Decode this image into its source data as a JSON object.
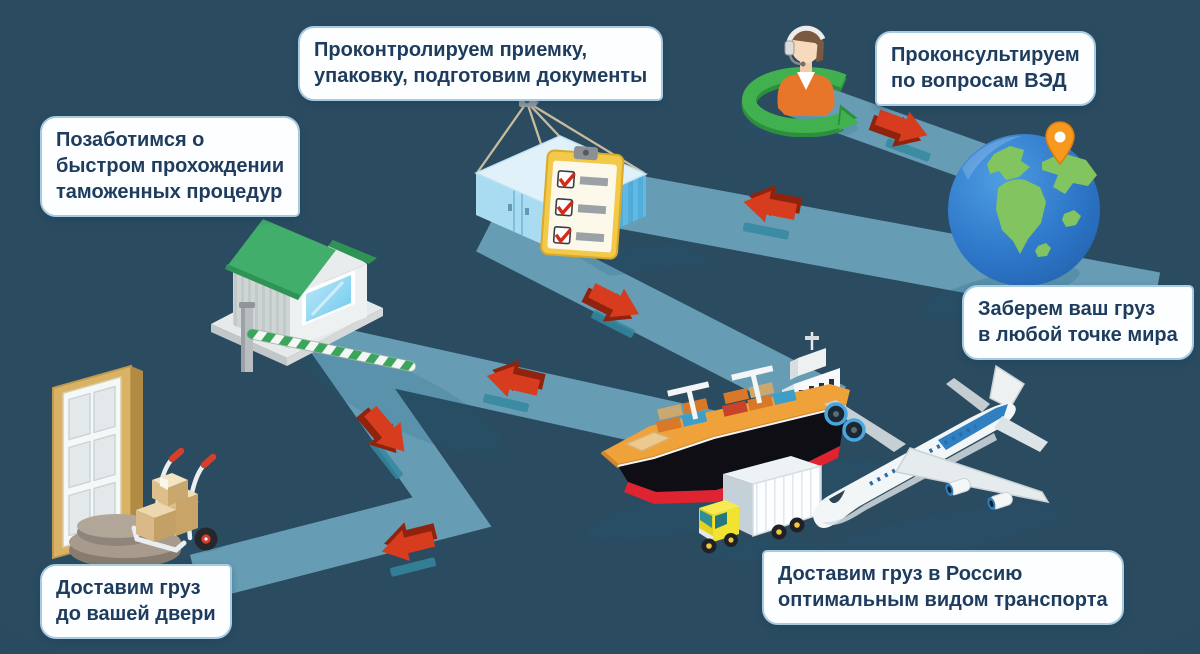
{
  "bubbles": {
    "control": "Проконтролируем приемку,\nупаковку, подготовим документы",
    "consult": "Проконсультируем\nпо вопросам ВЭД",
    "customs": "Позаботимся о\nбыстром прохождении\nтаможенных процедур",
    "pickup": "Заберем ваш груз\nв любой точке мира",
    "transport": "Доставим груз в Россию\nоптимальным видом транспорта",
    "door": "Доставим груз\nдо вашей двери"
  },
  "colors": {
    "sky_dark": "#568fb1",
    "sky_light": "#a8dbee",
    "sky_bright": "#67c6ee",
    "route_path": "#6ba4ba",
    "route_dash": "#35889f",
    "arrow_red": "#d83c1e",
    "arrow_red_dark": "#8f230d",
    "accent_green": "#41b14f",
    "bubble_bg": "#fdfeff",
    "bubble_border": "#a9cbdf",
    "bubble_text": "#1d3c5e"
  },
  "icons": [
    "consultant-headset-icon",
    "circular-arrow-icon",
    "globe-icon",
    "location-pin-icon",
    "crane-hook-icon",
    "shipping-container-icon",
    "checklist-clipboard-icon",
    "customs-booth-icon",
    "barrier-gate-icon",
    "cargo-ship-icon",
    "deck-containers-icon",
    "cargo-truck-icon",
    "airplane-icon",
    "door-icon",
    "stone-steps-icon",
    "hand-truck-icon",
    "cardboard-boxes-icon",
    "flow-arrow-icon",
    "route-path"
  ]
}
